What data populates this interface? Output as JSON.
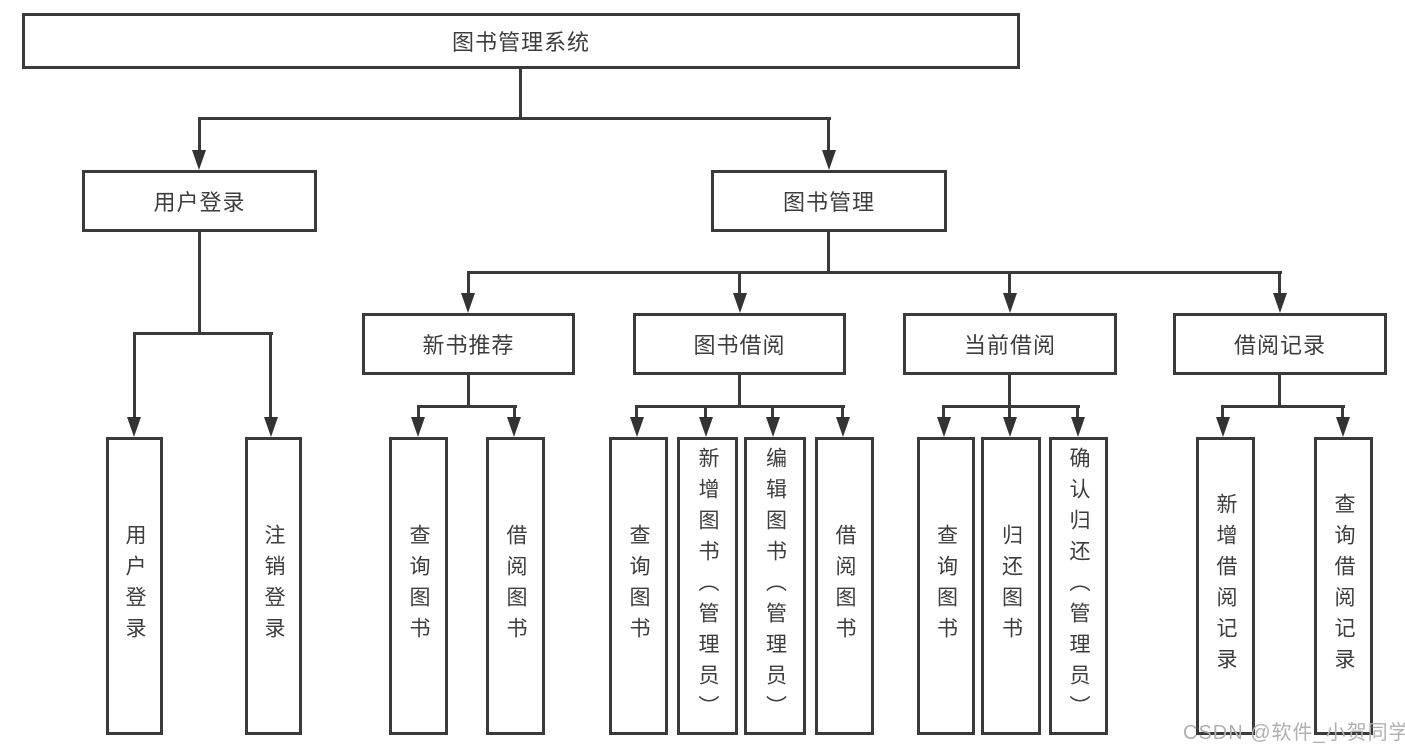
{
  "diagram_title": "图书管理系统",
  "nodes": {
    "root": {
      "label": "图书管理系统"
    },
    "login": {
      "label": "用户登录"
    },
    "mgmt": {
      "label": "图书管理"
    },
    "rec": {
      "label": "新书推荐"
    },
    "borrow": {
      "label": "图书借阅"
    },
    "current": {
      "label": "当前借阅"
    },
    "records": {
      "label": "借阅记录"
    },
    "leaf_login": {
      "label": "用户登录"
    },
    "leaf_logout": {
      "label": "注销登录"
    },
    "rec_query": {
      "label": "查询图书"
    },
    "rec_borrow": {
      "label": "借阅图书"
    },
    "bb_query": {
      "label": "查询图书"
    },
    "bb_add": {
      "label": "新增图书（管理员）"
    },
    "bb_edit": {
      "label": "编辑图书（管理员）"
    },
    "bb_borrow": {
      "label": "借阅图书"
    },
    "cb_query": {
      "label": "查询图书"
    },
    "cb_return": {
      "label": "归还图书"
    },
    "cb_confirm": {
      "label": "确认归还（管理员）"
    },
    "br_add": {
      "label": "新增借阅记录"
    },
    "br_query": {
      "label": "查询借阅记录"
    }
  },
  "hierarchy": {
    "图书管理系统": {
      "用户登录": [
        "用户登录",
        "注销登录"
      ],
      "图书管理": {
        "新书推荐": [
          "查询图书",
          "借阅图书"
        ],
        "图书借阅": [
          "查询图书",
          "新增图书（管理员）",
          "编辑图书（管理员）",
          "借阅图书"
        ],
        "当前借阅": [
          "查询图书",
          "归还图书",
          "确认归还（管理员）"
        ],
        "借阅记录": [
          "新增借阅记录",
          "查询借阅记录"
        ]
      }
    }
  },
  "watermark": "CSDN @软件_小贺同学",
  "colors": {
    "line": "#3a3a3a",
    "text": "#3d3d3d",
    "box_background": "#ffffff",
    "page_background": "#ffffff",
    "watermark": "#b0b0b0"
  }
}
